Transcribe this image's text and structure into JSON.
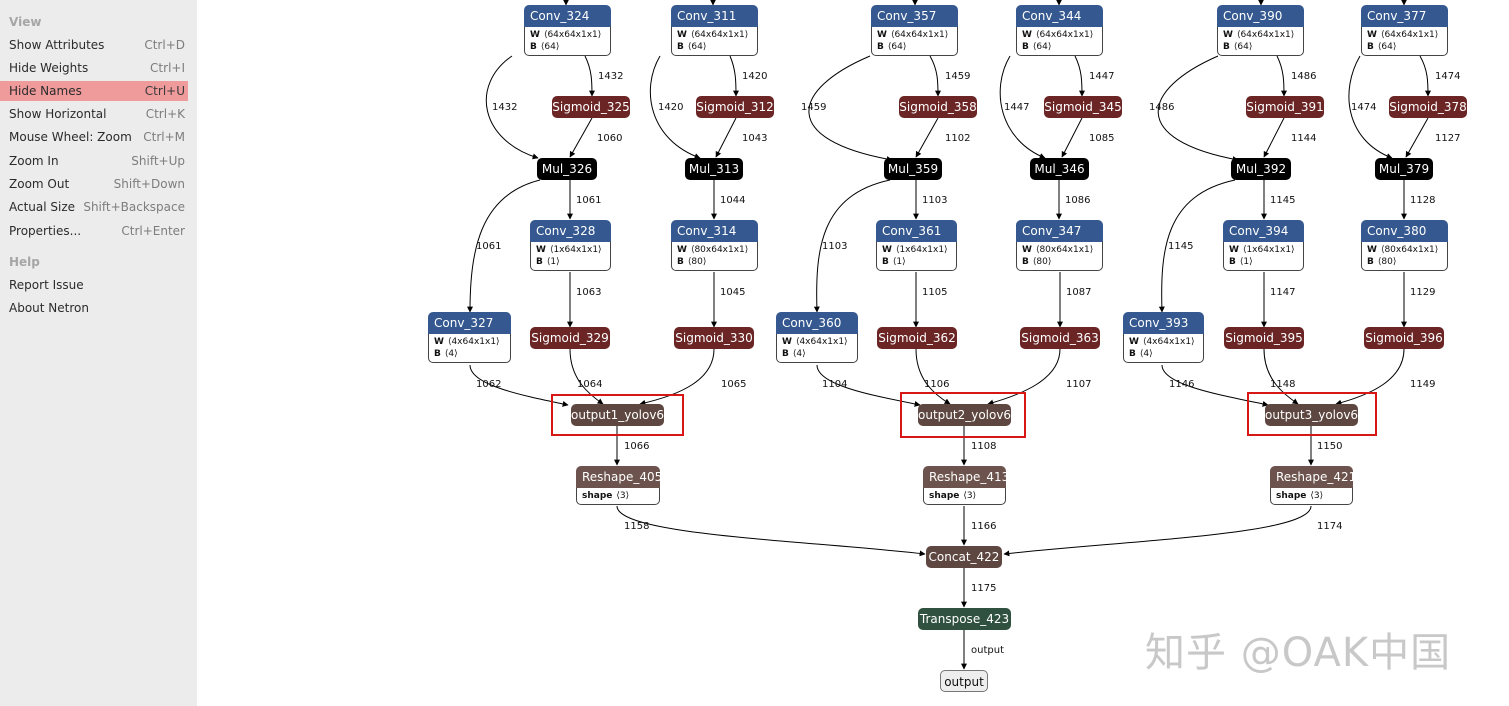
{
  "menu": {
    "view_heading": "View",
    "help_heading": "Help",
    "items": [
      {
        "label": "Show Attributes",
        "accel": "Ctrl+D",
        "active": false
      },
      {
        "label": "Hide Weights",
        "accel": "Ctrl+I",
        "active": false
      },
      {
        "label": "Hide Names",
        "accel": "Ctrl+U",
        "active": true
      },
      {
        "label": "Show Horizontal",
        "accel": "Ctrl+K",
        "active": false
      },
      {
        "label": "Mouse Wheel: Zoom",
        "accel": "Ctrl+M",
        "active": false
      },
      {
        "label": "Zoom In",
        "accel": "Shift+Up",
        "active": false
      },
      {
        "label": "Zoom Out",
        "accel": "Shift+Down",
        "active": false
      },
      {
        "label": "Actual Size",
        "accel": "Shift+Backspace",
        "active": false
      },
      {
        "label": "Properties...",
        "accel": "Ctrl+Enter",
        "active": false
      }
    ],
    "help_items": [
      {
        "label": "Report Issue"
      },
      {
        "label": "About Netron"
      }
    ]
  },
  "graph": {
    "conv": {
      "c324": {
        "name": "Conv_324",
        "w": "⟨64x64x1x1⟩",
        "b": "⟨64⟩"
      },
      "c311": {
        "name": "Conv_311",
        "w": "⟨64x64x1x1⟩",
        "b": "⟨64⟩"
      },
      "c357": {
        "name": "Conv_357",
        "w": "⟨64x64x1x1⟩",
        "b": "⟨64⟩"
      },
      "c344": {
        "name": "Conv_344",
        "w": "⟨64x64x1x1⟩",
        "b": "⟨64⟩"
      },
      "c390": {
        "name": "Conv_390",
        "w": "⟨64x64x1x1⟩",
        "b": "⟨64⟩"
      },
      "c377": {
        "name": "Conv_377",
        "w": "⟨64x64x1x1⟩",
        "b": "⟨64⟩"
      },
      "c328": {
        "name": "Conv_328",
        "w": "⟨1x64x1x1⟩",
        "b": "⟨1⟩"
      },
      "c314": {
        "name": "Conv_314",
        "w": "⟨80x64x1x1⟩",
        "b": "⟨80⟩"
      },
      "c361": {
        "name": "Conv_361",
        "w": "⟨1x64x1x1⟩",
        "b": "⟨1⟩"
      },
      "c347": {
        "name": "Conv_347",
        "w": "⟨80x64x1x1⟩",
        "b": "⟨80⟩"
      },
      "c394": {
        "name": "Conv_394",
        "w": "⟨1x64x1x1⟩",
        "b": "⟨1⟩"
      },
      "c380": {
        "name": "Conv_380",
        "w": "⟨80x64x1x1⟩",
        "b": "⟨80⟩"
      },
      "c327": {
        "name": "Conv_327",
        "w": "⟨4x64x1x1⟩",
        "b": "⟨4⟩"
      },
      "c360": {
        "name": "Conv_360",
        "w": "⟨4x64x1x1⟩",
        "b": "⟨4⟩"
      },
      "c393": {
        "name": "Conv_393",
        "w": "⟨4x64x1x1⟩",
        "b": "⟨4⟩"
      }
    },
    "sigmoid": {
      "s325": "Sigmoid_325",
      "s312": "Sigmoid_312",
      "s358": "Sigmoid_358",
      "s345": "Sigmoid_345",
      "s391": "Sigmoid_391",
      "s378": "Sigmoid_378",
      "s329": "Sigmoid_329",
      "s330": "Sigmoid_330",
      "s362": "Sigmoid_362",
      "s363": "Sigmoid_363",
      "s395": "Sigmoid_395",
      "s396": "Sigmoid_396"
    },
    "mul": {
      "m326": "Mul_326",
      "m313": "Mul_313",
      "m359": "Mul_359",
      "m346": "Mul_346",
      "m392": "Mul_392",
      "m379": "Mul_379"
    },
    "outputs": {
      "o1": "output1_yolov6",
      "o2": "output2_yolov6",
      "o3": "output3_yolov6"
    },
    "reshape": {
      "r405": {
        "name": "Reshape_405",
        "attr": "shape",
        "val": "⟨3⟩"
      },
      "r413": {
        "name": "Reshape_413",
        "attr": "shape",
        "val": "⟨3⟩"
      },
      "r421": {
        "name": "Reshape_421",
        "attr": "shape",
        "val": "⟨3⟩"
      }
    },
    "concat": "Concat_422",
    "transpose": "Transpose_423",
    "output": "output",
    "w_label": "W",
    "b_label": "B",
    "edges": {
      "e1432a": "1432",
      "e1432b": "1432",
      "e1420a": "1420",
      "e1420b": "1420",
      "e1459a": "1459",
      "e1459b": "1459",
      "e1447a": "1447",
      "e1447b": "1447",
      "e1486a": "1486",
      "e1486b": "1486",
      "e1474a": "1474",
      "e1474b": "1474",
      "e1060": "1060",
      "e1043": "1043",
      "e1102": "1102",
      "e1085": "1085",
      "e1144": "1144",
      "e1127": "1127",
      "e1061a": "1061",
      "e1061b": "1061",
      "e1044": "1044",
      "e1103a": "1103",
      "e1103b": "1103",
      "e1086": "1086",
      "e1145a": "1145",
      "e1145b": "1145",
      "e1128": "1128",
      "e1063": "1063",
      "e1045": "1045",
      "e1105": "1105",
      "e1087": "1087",
      "e1147": "1147",
      "e1129": "1129",
      "e1062": "1062",
      "e1064": "1064",
      "e1065": "1065",
      "e1104": "1104",
      "e1106": "1106",
      "e1107": "1107",
      "e1146": "1146",
      "e1148": "1148",
      "e1149": "1149",
      "e1066": "1066",
      "e1108": "1108",
      "e1150": "1150",
      "e1158": "1158",
      "e1166": "1166",
      "e1174": "1174",
      "e1175": "1175",
      "eout": "output"
    }
  },
  "watermark": "知乎 @OAK中国"
}
